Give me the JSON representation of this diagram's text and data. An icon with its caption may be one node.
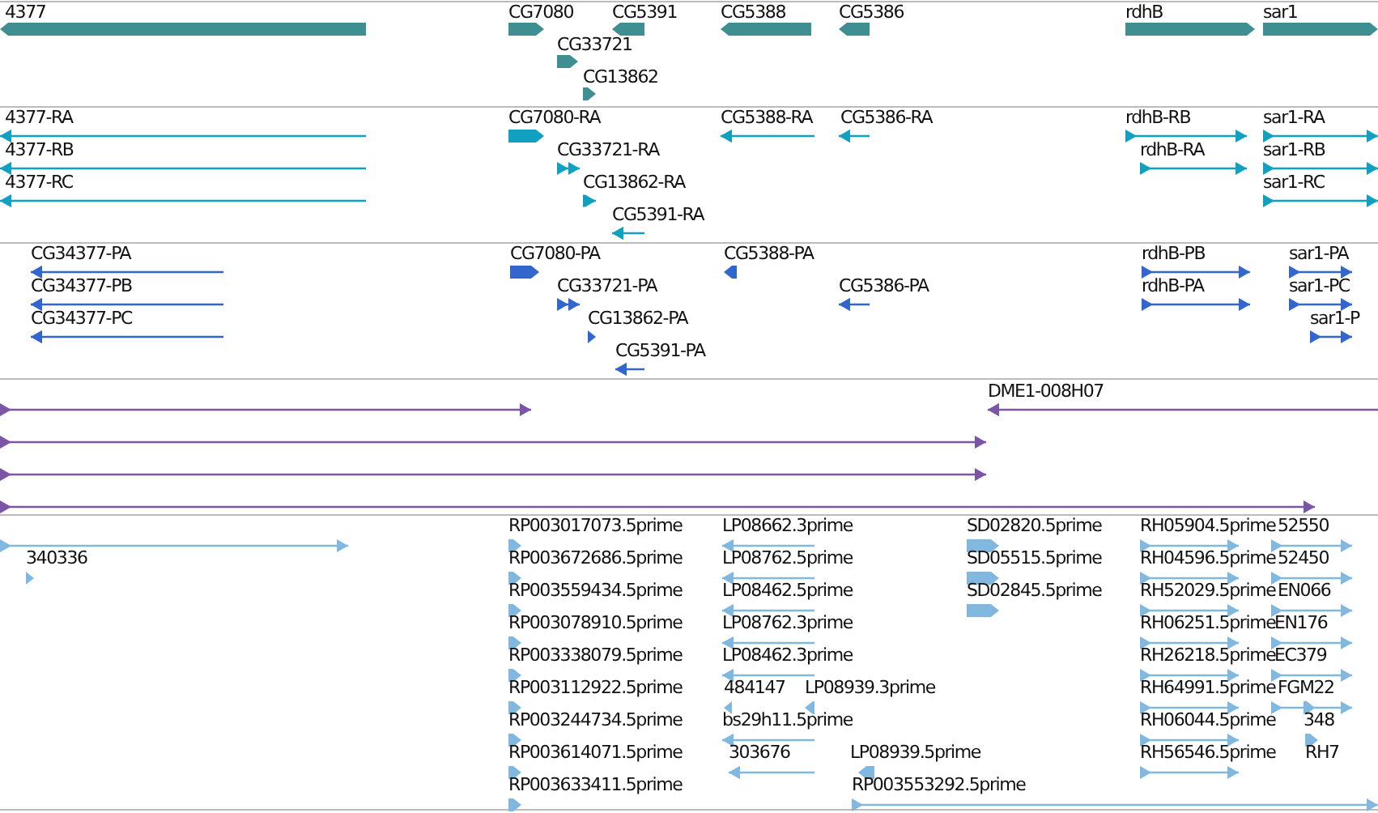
{
  "diagram": {
    "labels": [
      "4377",
      "CG7080",
      "CG5391",
      "CG5388",
      "CG5386",
      "rdhB",
      "sar1",
      "CG33721",
      "CG13862",
      "4377-RA",
      "CG7080-RA",
      "CG5388-RA",
      "CG5386-RA",
      "rdhB-RB",
      "sar1-RA",
      "4377-RB",
      "CG33721-RA",
      "rdhB-RA",
      "sar1-RB",
      "4377-RC",
      "CG13862-RA",
      "sar1-RC",
      "CG5391-RA",
      "CG34377-PA",
      "CG7080-PA",
      "CG5388-PA",
      "rdhB-PB",
      "sar1-PA",
      "CG34377-PB",
      "CG33721-PA",
      "CG5386-PA",
      "rdhB-PA",
      "sar1-PC",
      "CG34377-PC",
      "CG13862-PA",
      "sar1-P",
      "CG5391-PA",
      "DME1-008H07",
      "RP003017073.5prime",
      "LP08662.3prime",
      "SD02820.5prime",
      "RH05904.5prime",
      "52550",
      "340336",
      "RP003672686.5prime",
      "LP08762.5prime",
      "SD05515.5prime",
      "RH04596.5prime",
      "52450",
      "RP003559434.5prime",
      "LP08462.5prime",
      "SD02845.5prime",
      "RH52029.5prime",
      "EN066",
      "RP003078910.5prime",
      "LP08762.3prime",
      "RH06251.5prime",
      "EN176",
      "RP003338079.5prime",
      "LP08462.3prime",
      "RH26218.5prime",
      "EC379",
      "RP003112922.5prime",
      "484147",
      "LP08939.3prime",
      "RH64991.5prime",
      "FGM22",
      "RP003244734.5prime",
      "bs29h11.5prime",
      "RH06044.5prime",
      "348",
      "RP003614071.5prime",
      "303676",
      "LP08939.5prime",
      "RH56546.5prime",
      "RH7",
      "RP003633411.5prime",
      "RP003553292.5prime"
    ]
  }
}
